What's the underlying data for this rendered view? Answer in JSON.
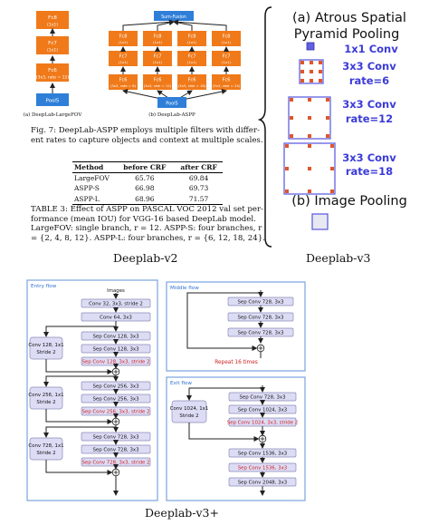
{
  "v2": {
    "lfov": {
      "boxes": [
        {
          "name": "Fc8",
          "sub": "(1x1)"
        },
        {
          "name": "Fc7",
          "sub": "(1x1)"
        },
        {
          "name": "Fc6",
          "sub": "(3x3, rate = 12)"
        },
        {
          "name": "Pool5",
          "sub": ""
        }
      ],
      "caption": "(a) DeepLab-LargeFOV"
    },
    "aspp": {
      "fusion": "Sum-Fusion",
      "branches": [
        {
          "fc8": "Fc8",
          "fc8s": "(1x1)",
          "fc7": "Fc7",
          "fc7s": "(1x1)",
          "fc6": "Fc6",
          "fc6s": "(3x3, rate = 6)"
        },
        {
          "fc8": "Fc8",
          "fc8s": "(1x1)",
          "fc7": "Fc7",
          "fc7s": "(1x1)",
          "fc6": "Fc6",
          "fc6s": "(3x3, rate = 12)"
        },
        {
          "fc8": "Fc8",
          "fc8s": "(1x1)",
          "fc7": "Fc7",
          "fc7s": "(1x1)",
          "fc6": "Fc6",
          "fc6s": "(3x3, rate = 18)"
        },
        {
          "fc8": "Fc8",
          "fc8s": "(1x1)",
          "fc7": "Fc7",
          "fc7s": "(1x1)",
          "fc6": "Fc6",
          "fc6s": "(3x3, rate = 24)"
        }
      ],
      "pool": "Pool5",
      "caption": "(b) DeepLab-ASPP"
    },
    "fig_caption": [
      "Fig. 7: DeepLab-ASPP employs multiple filters with differ-",
      "ent rates to capture objects and context at multiple scales."
    ],
    "table": {
      "headers": [
        "Method",
        "before CRF",
        "after CRF"
      ],
      "rows": [
        [
          "LargeFOV",
          "65.76",
          "69.84"
        ],
        [
          "ASPP-S",
          "66.98",
          "69.73"
        ],
        [
          "ASPP-L",
          "68.96",
          "71.57"
        ]
      ]
    },
    "table_caption": [
      "TABLE 3: Effect of ASPP on PASCAL VOC 2012 val set per-",
      "formance (mean IOU) for VGG-16 based DeepLab model.",
      "LargeFOV: single branch, r = 12. ASPP-S: four branches, r",
      "= {2, 4, 8, 12}. ASPP-L: four branches, r = {6, 12, 18, 24}."
    ],
    "label": "Deeplab-v2"
  },
  "v3": {
    "title_a1": "(a) Atrous Spatial",
    "title_a2": "Pyramid Pooling",
    "items": [
      {
        "l1": "1x1 Conv",
        "l2": ""
      },
      {
        "l1": "3x3 Conv",
        "l2": "rate=6"
      },
      {
        "l1": "3x3 Conv",
        "l2": "rate=12"
      },
      {
        "l1": "3x3 Conv",
        "l2": "rate=18"
      }
    ],
    "title_b": "(b) Image Pooling",
    "label": "Deeplab-v3",
    "colors": {
      "text": "#3b3bd8",
      "square": "#6060e0",
      "dot": "#e0562a",
      "pool_fill": "#e8e8f2"
    }
  },
  "v3p": {
    "entry": {
      "title": "Entry flow",
      "images": "Images",
      "top": [
        "Conv 32, 3x3, stride 2",
        "Conv 64, 3x3"
      ],
      "blocks": [
        {
          "side": [
            "Conv 128, 1x1",
            "Stride 2"
          ],
          "seps": [
            "Sep Conv 128, 3x3",
            "Sep Conv 128, 3x3",
            "Sep Conv 128, 3x3, stride 2"
          ]
        },
        {
          "side": [
            "Conv 256, 1x1",
            "Stride 2"
          ],
          "seps": [
            "Sep Conv 256, 3x3",
            "Sep Conv 256, 3x3",
            "Sep Conv 256, 3x3, stride 2"
          ]
        },
        {
          "side": [
            "Conv 728, 1x1",
            "Stride 2"
          ],
          "seps": [
            "Sep Conv 728, 3x3",
            "Sep Conv 728, 3x3",
            "Sep Conv 728, 3x3, stride 2"
          ]
        }
      ]
    },
    "middle": {
      "title": "Middle flow",
      "seps": [
        "Sep Conv 728, 3x3",
        "Sep Conv 728, 3x3",
        "Sep Conv 728, 3x3"
      ],
      "repeat": "Repeat 16 times"
    },
    "exit": {
      "title": "Exit flow",
      "side": [
        "Conv 1024, 1x1",
        "Stride 2"
      ],
      "seps": [
        "Sep Conv 728, 3x3",
        "Sep Conv 1024, 3x3",
        "Sep Conv 1024, 3x3, stride 2"
      ],
      "tail": [
        "Sep Conv 1536, 3x3",
        "Sep Conv 1536, 3x3",
        "Sep Conv 2048, 3x3"
      ]
    },
    "label": "Deeplab-v3+",
    "colors": {
      "panel": "#7aa4e0",
      "title": "#2e6fd1",
      "box": "#dcdcf5",
      "box_border": "#8a8ab8",
      "red": "#d02020"
    }
  }
}
